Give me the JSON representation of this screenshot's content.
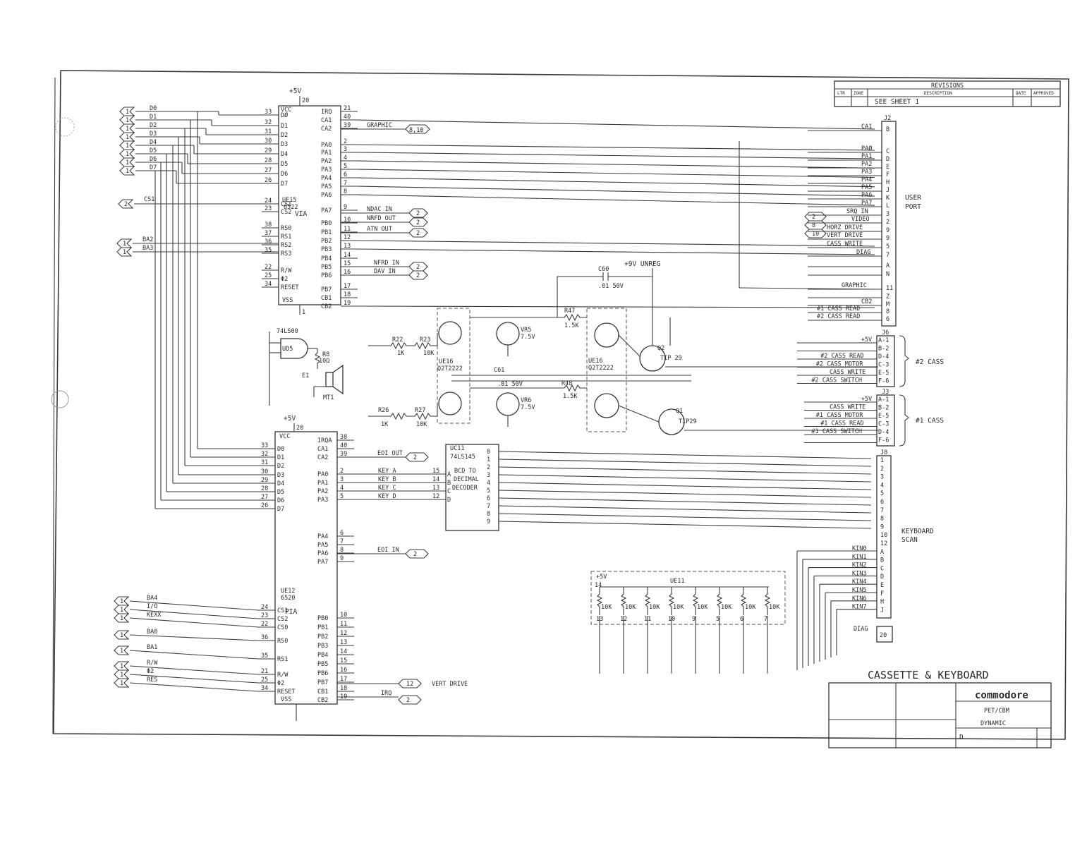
{
  "title_block": {
    "company": "commodore",
    "sheet_title": "CASSETTE & KEYBOARD",
    "size": "D",
    "line1": "PET/CBM",
    "line2": "",
    "line3": "DYNAMIC"
  },
  "revisions": {
    "heading": "REVISIONS",
    "col_ltr": "LTR",
    "col_zone": "ZONE",
    "col_description": "DESCRIPTION",
    "col_date": "DATE",
    "col_approved": "APPROVED",
    "entry": "SEE SHEET 1"
  },
  "via": {
    "ref": "UE15",
    "part": "6522",
    "type": "VIA",
    "supply": "+5V",
    "vcc_pin": "20",
    "vcc": "VCC",
    "vss": "VSS",
    "vss_pin": "1",
    "left_pins": [
      {
        "num": "33",
        "name": "DØ"
      },
      {
        "num": "32",
        "name": "D1"
      },
      {
        "num": "31",
        "name": "D2"
      },
      {
        "num": "30",
        "name": "D3"
      },
      {
        "num": "29",
        "name": "D4"
      },
      {
        "num": "28",
        "name": "D5"
      },
      {
        "num": "27",
        "name": "D6"
      },
      {
        "num": "26",
        "name": "D7"
      },
      {
        "num": "24",
        "name": "CS1"
      },
      {
        "num": "23",
        "name": "CS2"
      },
      {
        "num": "38",
        "name": "RS0"
      },
      {
        "num": "37",
        "name": "RS1"
      },
      {
        "num": "36",
        "name": "RS2"
      },
      {
        "num": "35",
        "name": "RS3"
      },
      {
        "num": "22",
        "name": "R/W"
      },
      {
        "num": "25",
        "name": "Φ2"
      },
      {
        "num": "34",
        "name": "RESET"
      }
    ],
    "right_pins": [
      {
        "num": "21",
        "name": "IRQ"
      },
      {
        "num": "40",
        "name": "CA1"
      },
      {
        "num": "39",
        "name": "CA2"
      },
      {
        "num": "2",
        "name": "PA0"
      },
      {
        "num": "3",
        "name": "PA1"
      },
      {
        "num": "4",
        "name": "PA2"
      },
      {
        "num": "5",
        "name": "PA3"
      },
      {
        "num": "6",
        "name": "PA4"
      },
      {
        "num": "7",
        "name": "PA5"
      },
      {
        "num": "8",
        "name": "PA6"
      },
      {
        "num": "9",
        "name": "PA7"
      },
      {
        "num": "10",
        "name": "PB0"
      },
      {
        "num": "11",
        "name": "PB1"
      },
      {
        "num": "12",
        "name": "PB2"
      },
      {
        "num": "13",
        "name": "PB3"
      },
      {
        "num": "14",
        "name": "PB4"
      },
      {
        "num": "15",
        "name": "PB5"
      },
      {
        "num": "16",
        "name": "PB6"
      },
      {
        "num": "17",
        "name": "PB7"
      },
      {
        "num": "18",
        "name": "CB1"
      },
      {
        "num": "19",
        "name": "CB2"
      }
    ]
  },
  "pia": {
    "ref": "UE12",
    "part": "6520",
    "type": "PIA",
    "supply": "+5V",
    "vcc_pin": "20",
    "vcc": "VCC",
    "vss": "VSS",
    "left_pins": [
      {
        "num": "33",
        "name": "D0"
      },
      {
        "num": "32",
        "name": "D1"
      },
      {
        "num": "31",
        "name": "D2"
      },
      {
        "num": "30",
        "name": "D3"
      },
      {
        "num": "29",
        "name": "D4"
      },
      {
        "num": "28",
        "name": "D5"
      },
      {
        "num": "27",
        "name": "D6"
      },
      {
        "num": "26",
        "name": "D7"
      },
      {
        "num": "24",
        "name": "CS1"
      },
      {
        "num": "23",
        "name": "CS2"
      },
      {
        "num": "22",
        "name": "CS0"
      },
      {
        "num": "36",
        "name": "RS0"
      },
      {
        "num": "35",
        "name": "RS1"
      },
      {
        "num": "21",
        "name": "R/W"
      },
      {
        "num": "25",
        "name": "Φ2"
      },
      {
        "num": "34",
        "name": "RESET"
      }
    ],
    "right_pins": [
      {
        "num": "38",
        "name": "IRQA"
      },
      {
        "num": "40",
        "name": "CA1"
      },
      {
        "num": "39",
        "name": "CA2"
      },
      {
        "num": "2",
        "name": "PA0"
      },
      {
        "num": "3",
        "name": "PA1"
      },
      {
        "num": "4",
        "name": "PA2"
      },
      {
        "num": "5",
        "name": "PA3"
      },
      {
        "num": "6",
        "name": "PA4"
      },
      {
        "num": "7",
        "name": "PA5"
      },
      {
        "num": "8",
        "name": "PA6"
      },
      {
        "num": "9",
        "name": "PA7"
      },
      {
        "num": "10",
        "name": "PB0"
      },
      {
        "num": "11",
        "name": "PB1"
      },
      {
        "num": "12",
        "name": "PB2"
      },
      {
        "num": "13",
        "name": "PB3"
      },
      {
        "num": "14",
        "name": "PB4"
      },
      {
        "num": "15",
        "name": "PB5"
      },
      {
        "num": "16",
        "name": "PB6"
      },
      {
        "num": "17",
        "name": "PB7"
      },
      {
        "num": "18",
        "name": "CB1"
      },
      {
        "num": "19",
        "name": "CB2"
      }
    ]
  },
  "data_bus": [
    "D0",
    "D1",
    "D2",
    "D3",
    "D4",
    "D5",
    "D6",
    "D7"
  ],
  "via_inputs": {
    "cs1": "CS1",
    "ba2": "BA2",
    "ba3": "BA3"
  },
  "pia_inputs": [
    "BA4",
    "I/O",
    "KEXX",
    "BA0",
    "BA1",
    "R/W",
    "Φ2",
    "RES"
  ],
  "off_sheet": {
    "cs1": "2",
    "ba": "1",
    "graphic_ref": "8,10",
    "graphic": "GRAPHIC",
    "ndac_out": "NDAC IN",
    "nrfd_out": "NRFD OUT",
    "atn_out": "ATN OUT",
    "nrfd_in": "NFRD IN",
    "dav_in": "DAV IN",
    "eoi_out": "EOI OUT",
    "eoi_in": "EOI IN",
    "vert_drive": "VERT DRIVE",
    "vd_ref": "12",
    "irq": "IRQ",
    "ref2": "2"
  },
  "logic": {
    "part": "74LS00",
    "ref": "UD5",
    "r8": "R8",
    "r8v": "10Ω",
    "speaker": "E1",
    "speaker2": "MT1"
  },
  "transistors": {
    "ue16a": "UE16",
    "ue16a_part": "Q2T2222",
    "ue16b": "UE16",
    "ue16b_part": "Q2T2222",
    "q2": "Q2",
    "q2_part": "TIP 29",
    "q1": "Q1",
    "q1_part": "TIP29"
  },
  "components": {
    "r22": "R22",
    "r22v": "1K",
    "r23": "R23",
    "r23v": "10K",
    "r26": "R26",
    "r26v": "1K",
    "r27": "R27",
    "r27v": "10K",
    "r47": "R47",
    "r47v": "1.5K",
    "r48": "R48",
    "r48v": "1.5K",
    "c60": "C60",
    "c60v": ".01 50V",
    "c61": "C61",
    "c61v": ".01 50V",
    "vr5": "VR5",
    "vr5v": "7.5V",
    "vr6": "VR6",
    "vr6v": "7.5V",
    "unreg": "+9V UNREG"
  },
  "decoder": {
    "ref": "UC11",
    "part": "74LS145",
    "desc1": "BCD TO",
    "desc2": "DECIMAL",
    "desc3": "DECODER",
    "inputs": [
      {
        "name": "KEY A",
        "pin": "15",
        "port": "A"
      },
      {
        "name": "KEY B",
        "pin": "14",
        "port": "B"
      },
      {
        "name": "KEY C",
        "pin": "13",
        "port": "C"
      },
      {
        "name": "KEY D",
        "pin": "12",
        "port": "D"
      }
    ],
    "outputs": [
      "0",
      "1",
      "2",
      "3",
      "4",
      "5",
      "6",
      "7",
      "8",
      "9"
    ]
  },
  "resistor_pack": {
    "ref": "UE11",
    "supply": "+5V",
    "pin": "14",
    "value": "10K",
    "pins": [
      "13",
      "12",
      "11",
      "10",
      "9",
      "5",
      "6",
      "7"
    ]
  },
  "user_port": {
    "ref": "J2",
    "label1": "USER",
    "label2": "PORT",
    "rows": [
      {
        "sig": "CA1",
        "pin": "B"
      },
      {
        "sig": "PAØ",
        "pin": "C"
      },
      {
        "sig": "PA1",
        "pin": "D"
      },
      {
        "sig": "PA2",
        "pin": "E"
      },
      {
        "sig": "PA3",
        "pin": "F"
      },
      {
        "sig": "PA4",
        "pin": "H"
      },
      {
        "sig": "PA5",
        "pin": "J"
      },
      {
        "sig": "PA6",
        "pin": "K"
      },
      {
        "sig": "PA7",
        "pin": "L"
      },
      {
        "sig": "SRQ IN",
        "pin": "3"
      },
      {
        "sig": "VIDEO",
        "pin": "2"
      },
      {
        "sig": "HORZ DRIVE",
        "pin": "9"
      },
      {
        "sig": "VERT DRIVE",
        "pin": "9"
      },
      {
        "sig": "CASS WRITE",
        "pin": "5"
      },
      {
        "sig": "DIAG",
        "pin": "7"
      },
      {
        "sig": "",
        "pin": "A"
      },
      {
        "sig": "",
        "pin": "N"
      },
      {
        "sig": "GRAPHIC",
        "pin": "11"
      },
      {
        "sig": "",
        "pin": "Z"
      },
      {
        "sig": "CB2",
        "pin": "M"
      },
      {
        "sig": "#1 CASS READ",
        "pin": "8"
      },
      {
        "sig": "#2 CASS READ",
        "pin": "6"
      }
    ],
    "refs": [
      "2",
      "8",
      "10"
    ]
  },
  "cass2": {
    "ref": "J6",
    "label": "#2 CASS",
    "rows": [
      {
        "sig": "+5V",
        "pin": "A-1"
      },
      {
        "sig": "",
        "pin": "B-2"
      },
      {
        "sig": "#2 CASS READ",
        "pin": "D-4"
      },
      {
        "sig": "#2 CASS MOTOR",
        "pin": "C-3"
      },
      {
        "sig": "CASS WRITE",
        "pin": "E-5"
      },
      {
        "sig": "#2 CASS SWITCH",
        "pin": "F-6"
      }
    ]
  },
  "cass1": {
    "ref": "J3",
    "label": "#1 CASS",
    "rows": [
      {
        "sig": "+5V",
        "pin": "A-1"
      },
      {
        "sig": "CASS WRITE",
        "pin": "B-2"
      },
      {
        "sig": "#1 CASS MOTOR",
        "pin": "E-5"
      },
      {
        "sig": "#1 CASS READ",
        "pin": "C-3"
      },
      {
        "sig": "#1 CASS SWITCH",
        "pin": "D-4"
      },
      {
        "sig": "",
        "pin": "F-6"
      }
    ]
  },
  "keyboard": {
    "ref": "J8",
    "label1": "KEYBOARD",
    "label2": "SCAN",
    "pins": [
      "1",
      "2",
      "3",
      "4",
      "5",
      "6",
      "7",
      "8",
      "9",
      "10",
      "12",
      "A",
      "B",
      "C",
      "D",
      "E",
      "F",
      "H",
      "J"
    ],
    "kin": [
      "KIN0",
      "KIN1",
      "KIN2",
      "KIN3",
      "KIN4",
      "KIN5",
      "KIN6",
      "KIN7"
    ],
    "diag": "DIAG",
    "diag_pin": "20"
  }
}
